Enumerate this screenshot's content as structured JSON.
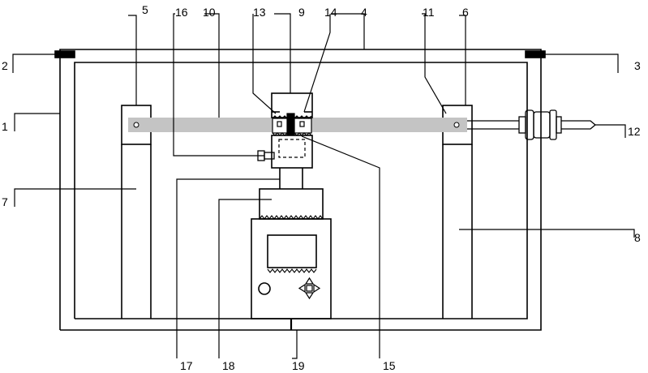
{
  "labels": {
    "l1": "1",
    "l2": "2",
    "l3": "3",
    "l4": "4",
    "l5": "5",
    "l6": "6",
    "l7": "7",
    "l8": "8",
    "l9": "9",
    "l10": "10",
    "l11": "11",
    "l12": "12",
    "l13": "13",
    "l14": "14",
    "l15": "15",
    "l16": "16",
    "l17": "17",
    "l18": "18",
    "l19": "19"
  },
  "colors": {
    "line": "#000000",
    "rod": "#c4c4c4",
    "background": "#ffffff"
  }
}
